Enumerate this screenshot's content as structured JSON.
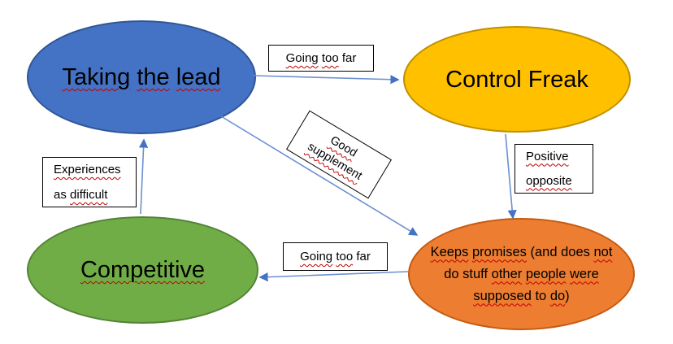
{
  "colors": {
    "node_blue_fill": "#4472C4",
    "node_blue_border": "#2F5597",
    "node_gold_fill": "#FFC000",
    "node_gold_border": "#BF9000",
    "node_green_fill": "#70AD47",
    "node_green_border": "#548235",
    "node_orange_fill": "#ED7D31",
    "node_orange_border": "#C55A11",
    "connector_line": "#6C90D0",
    "connector_head": "#4472C4",
    "label_box_border": "#000000",
    "label_box_fill": "#FFFFFF",
    "squiggle": "#C00000",
    "text": "#000000"
  },
  "nodes": {
    "taking_the_lead": {
      "text": "Taking the lead",
      "runs": [
        {
          "text": "Taking",
          "squiggle": true
        },
        {
          "text": " ",
          "squiggle": false
        },
        {
          "text": "the",
          "squiggle": true
        },
        {
          "text": " ",
          "squiggle": false
        },
        {
          "text": "lead",
          "squiggle": true
        }
      ]
    },
    "control_freak": {
      "text": "Control Freak",
      "runs": [
        {
          "text": "Control Freak",
          "squiggle": false
        }
      ]
    },
    "competitive": {
      "text": "Competitive",
      "runs": [
        {
          "text": "Competitive",
          "squiggle": true
        }
      ]
    },
    "keeps_promises": {
      "text": "Keeps promises (and does not do stuff other people were supposed to do)",
      "line1": [
        {
          "text": "Keeps",
          "squiggle": true
        },
        {
          "text": " ",
          "squiggle": false
        },
        {
          "text": "promises",
          "squiggle": true
        },
        {
          "text": " (and does ",
          "squiggle": false
        },
        {
          "text": "not",
          "squiggle": true
        }
      ],
      "line2": [
        {
          "text": "do stuff ",
          "squiggle": false
        },
        {
          "text": "other",
          "squiggle": true
        },
        {
          "text": " ",
          "squiggle": false
        },
        {
          "text": "people",
          "squiggle": true
        },
        {
          "text": " ",
          "squiggle": false
        },
        {
          "text": "were",
          "squiggle": true
        }
      ],
      "line3": [
        {
          "text": "supposed",
          "squiggle": true
        },
        {
          "text": " to ",
          "squiggle": false
        },
        {
          "text": "do",
          "squiggle": true
        },
        {
          "text": ")",
          "squiggle": false
        }
      ]
    }
  },
  "labels": {
    "going_too_far_top": {
      "text": "Going too far",
      "runs": [
        {
          "text": "Going",
          "squiggle": true
        },
        {
          "text": " ",
          "squiggle": false
        },
        {
          "text": "too",
          "squiggle": true
        },
        {
          "text": " far",
          "squiggle": false
        }
      ]
    },
    "good_supplement": {
      "text": "Good supplement",
      "line1": [
        {
          "text": "Good",
          "squiggle": true
        }
      ],
      "line2": [
        {
          "text": "supplement",
          "squiggle": true
        }
      ]
    },
    "positive_opposite": {
      "text": "Positive opposite",
      "line1": [
        {
          "text": "Positive",
          "squiggle": true
        }
      ],
      "line2": [
        {
          "text": "opposite",
          "squiggle": true
        }
      ]
    },
    "experiences_as_difficult": {
      "text": "Experiences as difficult",
      "line1": [
        {
          "text": "Experiences",
          "squiggle": true
        }
      ],
      "line2": [
        {
          "text": "as ",
          "squiggle": false
        },
        {
          "text": "difficult",
          "squiggle": true
        }
      ]
    },
    "going_too_far_bottom": {
      "text": "Going too far",
      "runs": [
        {
          "text": "Going",
          "squiggle": true
        },
        {
          "text": " ",
          "squiggle": false
        },
        {
          "text": "too",
          "squiggle": true
        },
        {
          "text": " far",
          "squiggle": false
        }
      ]
    }
  },
  "connectors": [
    {
      "name": "lead-to-control-freak",
      "from": "taking_the_lead",
      "to": "control_freak"
    },
    {
      "name": "competitive-to-lead",
      "from": "competitive",
      "to": "taking_the_lead"
    },
    {
      "name": "control-freak-to-keeps-promises",
      "from": "control_freak",
      "to": "keeps_promises"
    },
    {
      "name": "lead-to-keeps-promises",
      "from": "taking_the_lead",
      "to": "keeps_promises"
    },
    {
      "name": "keeps-promises-to-competitive",
      "from": "keeps_promises",
      "to": "competitive"
    }
  ]
}
